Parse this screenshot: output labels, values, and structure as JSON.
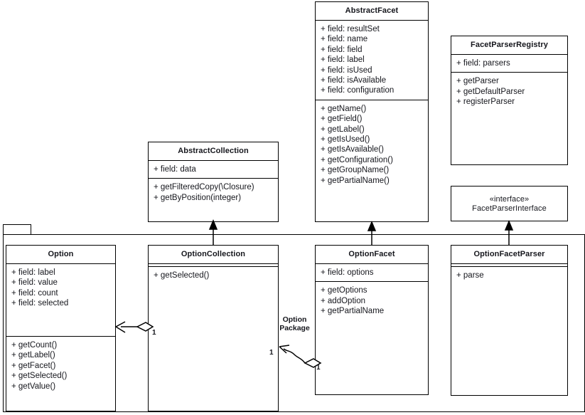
{
  "diagram": {
    "type": "uml-class-diagram",
    "package": {
      "name": ""
    },
    "classes": [
      {
        "id": "abstract-facet",
        "name": "AbstractFacet",
        "stereotype": "",
        "attributes": [
          "+ field: resultSet",
          "+ field: name",
          "+ field: field",
          "+ field: label",
          "+ field: isUsed",
          "+ field: isAvailable",
          "+ field: configuration"
        ],
        "methods": [
          "+ getName()",
          "+ getField()",
          "+ getLabel()",
          "+ getIsUsed()",
          "+ getIsAvailable()",
          "+ getConfiguration()",
          "+ getGroupName()",
          "+ getPartialName()"
        ]
      },
      {
        "id": "facet-parser-registry",
        "name": "FacetParserRegistry",
        "stereotype": "",
        "attributes": [
          "+ field: parsers"
        ],
        "methods": [
          "+ getParser",
          "+ getDefaultParser",
          "+ registerParser"
        ]
      },
      {
        "id": "facet-parser-interface",
        "name": "FacetParserInterface",
        "stereotype": "«interface»",
        "attributes": [],
        "methods": []
      },
      {
        "id": "abstract-collection",
        "name": "AbstractCollection",
        "stereotype": "",
        "attributes": [
          "+ field: data"
        ],
        "methods": [
          "+ getFilteredCopy(\\Closure)",
          "+ getByPosition(integer)"
        ]
      },
      {
        "id": "option",
        "name": "Option",
        "stereotype": "",
        "attributes": [
          "+ field: label",
          "+ field: value",
          "+ field: count",
          "+ field: selected"
        ],
        "methods": [
          "+ getCount()",
          "+ getLabel()",
          "+ getFacet()",
          "+ getSelected()",
          "+ getValue()"
        ]
      },
      {
        "id": "option-collection",
        "name": "OptionCollection",
        "stereotype": "",
        "attributes": [],
        "methods": [
          "+ getSelected()"
        ]
      },
      {
        "id": "option-facet",
        "name": "OptionFacet",
        "stereotype": "",
        "attributes": [
          "+ field: options"
        ],
        "methods": [
          "+ getOptions",
          "+ addOption",
          "+ getPartialName"
        ]
      },
      {
        "id": "option-facet-parser",
        "name": "OptionFacetParser",
        "stereotype": "",
        "attributes": [],
        "methods": [
          "+ parse"
        ]
      }
    ],
    "relationships": [
      {
        "id": "rel-1",
        "from": "option-collection",
        "to": "abstract-collection",
        "type": "generalization",
        "label": "",
        "source_multiplicity": "",
        "target_multiplicity": ""
      },
      {
        "id": "rel-2",
        "from": "option-facet",
        "to": "abstract-facet",
        "type": "generalization",
        "label": "",
        "source_multiplicity": "",
        "target_multiplicity": ""
      },
      {
        "id": "rel-3",
        "from": "option-facet-parser",
        "to": "facet-parser-interface",
        "type": "realization",
        "label": "",
        "source_multiplicity": "",
        "target_multiplicity": ""
      },
      {
        "id": "rel-4",
        "from": "option-collection",
        "to": "option",
        "type": "aggregation",
        "label": "",
        "source_multiplicity": "1",
        "target_multiplicity": ""
      },
      {
        "id": "rel-5",
        "from": "option-facet",
        "to": "option-collection",
        "type": "aggregation",
        "label": "Option\nPackage",
        "source_multiplicity": "1",
        "target_multiplicity": "1"
      }
    ],
    "labels": {
      "assoc_option_package_line1": "Option",
      "assoc_option_package_line2": "Package",
      "mult_option_collection_right": "1",
      "mult_option_facet_left": "1",
      "mult_option_collection_source": "1"
    },
    "colors": {
      "stroke": "#000000",
      "text": "#15161c",
      "background": "#ffffff"
    }
  }
}
